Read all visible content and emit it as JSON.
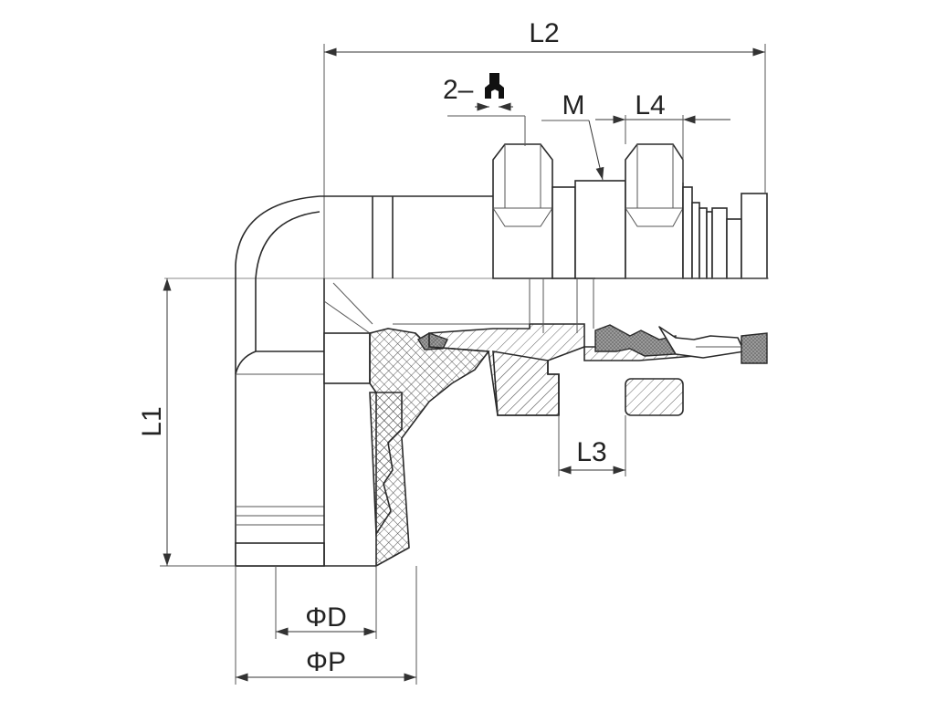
{
  "labels": {
    "l1": "L1",
    "l2": "L2",
    "l3": "L3",
    "l4": "L4",
    "m": "M",
    "wrench": "2–",
    "phi_d": "ΦD",
    "phi_p": "ΦP"
  }
}
